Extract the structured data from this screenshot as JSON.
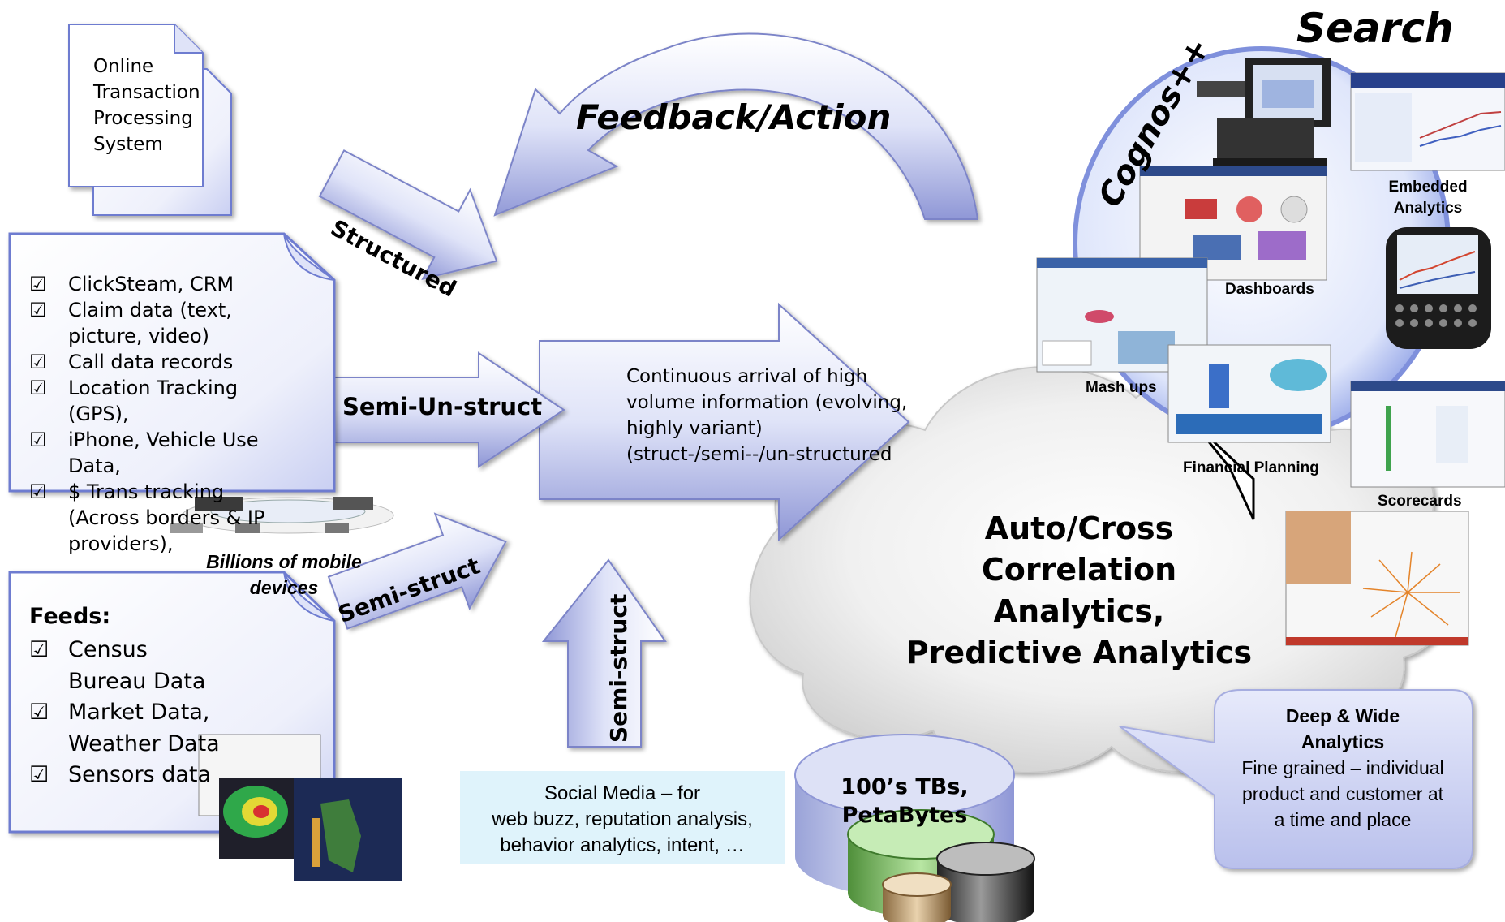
{
  "oltp": {
    "lines": [
      "Online",
      "Transaction",
      "Processing",
      "System"
    ]
  },
  "sources": {
    "items": [
      "ClickSteam, CRM",
      "Claim data (text, picture, video)",
      "Call data records",
      "Location Tracking (GPS),",
      "iPhone, Vehicle Use Data,",
      "$ Trans tracking (Across borders & IP providers),"
    ]
  },
  "mobile": {
    "caption": "Billions of mobile devices"
  },
  "feeds": {
    "title": "Feeds:",
    "items": [
      "Census Bureau Data",
      "Market Data, Weather Data",
      "Sensors data"
    ]
  },
  "arrows": {
    "feedback": "Feedback/Action",
    "structured": "Structured",
    "semi_un_struct": "Semi-Un-struct",
    "semi_struct_left": "Semi-struct",
    "semi_struct_bottom": "Semi-struct"
  },
  "social": {
    "lines": [
      "Social Media – for",
      "web buzz, reputation analysis,",
      "behavior analytics, intent, …"
    ]
  },
  "stream": {
    "lines": [
      "Continuous arrival of high",
      "volume information (evolving,",
      "highly variant)",
      "(struct-/semi--/un-structured"
    ]
  },
  "cloud": {
    "lines": [
      "Auto/Cross",
      "Correlation",
      "Analytics,",
      "Predictive Analytics"
    ]
  },
  "storage": {
    "lines": [
      "100’s TBs,",
      "PetaBytes"
    ]
  },
  "deep": {
    "title_lines": [
      "Deep & Wide",
      "Analytics"
    ],
    "body_lines": [
      "Fine grained – individual",
      "product and customer at",
      "a time and place"
    ]
  },
  "tools": {
    "search": "Search",
    "cognos": "Cognos++",
    "embedded": [
      "Embedded",
      "Analytics"
    ],
    "dashboards": "Dashboards",
    "mashups": "Mash ups",
    "financial": "Financial Planning",
    "scorecards": "Scorecards"
  },
  "colors": {
    "arrow_light": "#eef0fb",
    "arrow_dark": "#8f97d6",
    "doc_edge": "#6e7bd0",
    "cloud": "#e6e6e6",
    "social_box": "#dff3fb",
    "deep_box": "#c7ccef"
  }
}
